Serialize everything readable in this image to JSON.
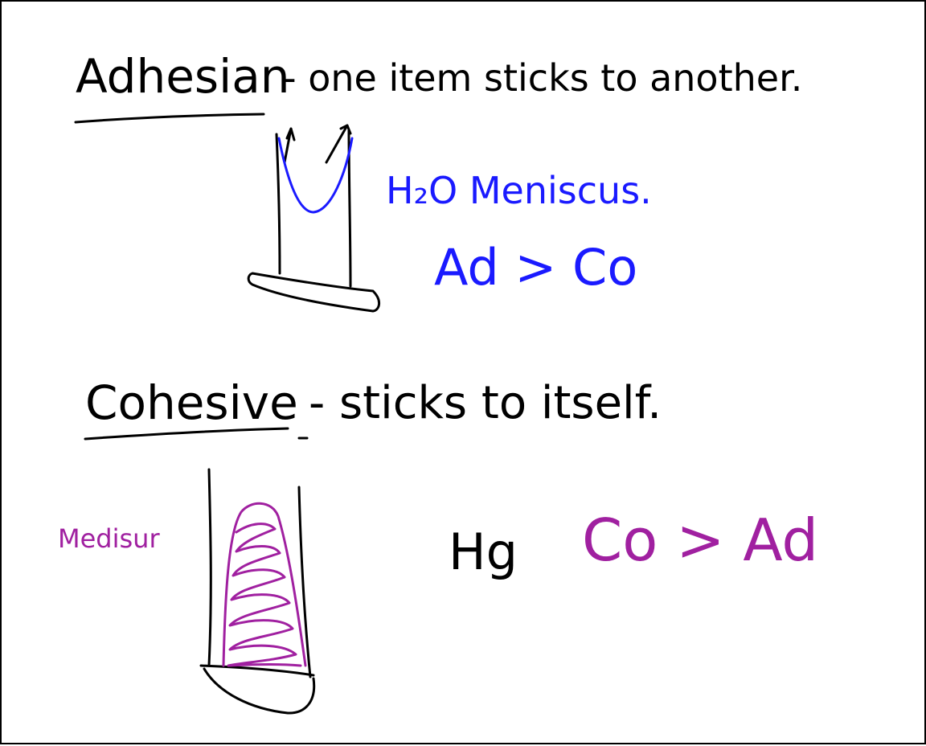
{
  "notes": {
    "adhesion_term": "Adhesian",
    "adhesion_definition": "- one item sticks to another.",
    "water_label": "H₂O Meniscus.",
    "adhesion_relation": "Ad > Co",
    "cohesive_term": "Cohesive",
    "cohesive_definition": "- sticks to itself.",
    "mercury_side_label": "Medisur",
    "mercury_label": "Hg",
    "cohesion_relation": "Co > Ad"
  },
  "colors": {
    "background": "#ffffff",
    "black_ink": "#000000",
    "blue_ink": "#1a1aff",
    "purple_ink": "#a020a0"
  }
}
